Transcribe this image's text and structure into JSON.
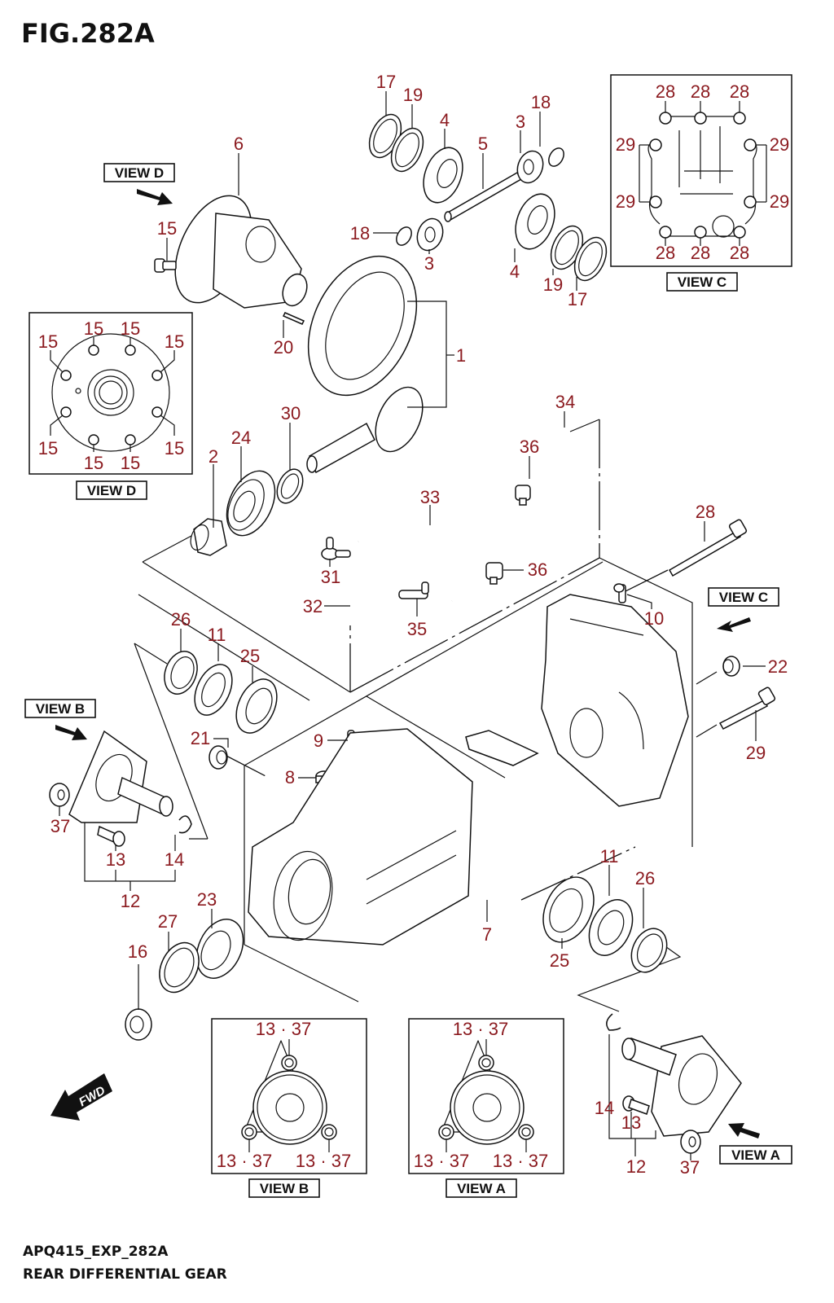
{
  "figure": {
    "title": "FIG.282A",
    "code": "APQ415_EXP_282A",
    "description": "REAR DIFFERENTIAL GEAR"
  },
  "colors": {
    "callout": "#8b1a1f",
    "line": "#111111"
  },
  "view_labels": {
    "view_a": "VIEW A",
    "view_b": "VIEW B",
    "view_c": "VIEW C",
    "view_d": "VIEW D"
  },
  "fwd_label": "FWD",
  "callouts": {
    "main": [
      "17",
      "19",
      "4",
      "18",
      "3",
      "5",
      "6",
      "15",
      "18",
      "3",
      "4",
      "19",
      "17",
      "20",
      "1",
      "34",
      "36",
      "30",
      "24",
      "2",
      "33",
      "31",
      "36",
      "28",
      "32",
      "35",
      "10",
      "26",
      "11",
      "25",
      "21",
      "22",
      "9",
      "8",
      "29",
      "37",
      "13",
      "14",
      "12",
      "7",
      "11",
      "26",
      "23",
      "27",
      "16",
      "25",
      "14",
      "13",
      "12",
      "37"
    ],
    "view_c": {
      "top": [
        "28",
        "28",
        "28"
      ],
      "left": [
        "29",
        "29"
      ],
      "right": [
        "29",
        "29"
      ],
      "bottom": [
        "28",
        "28",
        "28"
      ]
    },
    "view_d": {
      "top": [
        "15",
        "15"
      ],
      "upper_left": "15",
      "upper_right": "15",
      "lower_left": "15",
      "lower_right": "15",
      "bottom": [
        "15",
        "15"
      ]
    },
    "view_b": {
      "top": "13 · 37",
      "bottom_left": "13 · 37",
      "bottom_right": "13 · 37"
    },
    "view_a": {
      "top": "13 · 37",
      "bottom_left": "13 · 37",
      "bottom_right": "13 · 37"
    }
  }
}
